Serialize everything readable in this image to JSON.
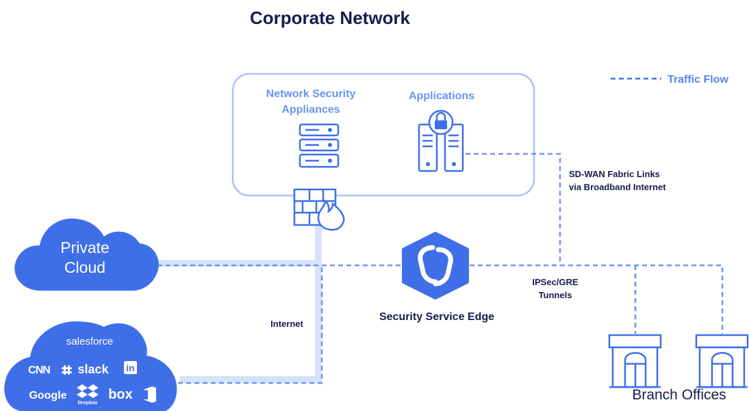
{
  "title": "Corporate Network",
  "legend": {
    "label": "Traffic Flow"
  },
  "corporate_box": {
    "security_appliances": [
      "Network Security",
      "Appliances"
    ],
    "applications": "Applications"
  },
  "private_cloud": [
    "Private",
    "Cloud"
  ],
  "saas_cloud": {
    "brands_row1": [
      "salesforce"
    ],
    "brands_row2": [
      "CNN",
      "slack",
      "in"
    ],
    "brands_row3": [
      "Google",
      "Dropbox",
      "box"
    ]
  },
  "labels": {
    "sdwan": [
      "SD-WAN Fabric Links",
      "via Broadband Internet"
    ],
    "ipsec": [
      "IPSec/GRE",
      "Tunnels"
    ],
    "internet": "Internet",
    "sse": "Security Service Edge",
    "branch": "Branch Offices"
  },
  "colors": {
    "title": "#1a1a4e",
    "accent": "#3f6fe8",
    "accent_light": "#7aa0f2",
    "box_stroke": "#a9c1f7",
    "internet_line": "#cfddfa",
    "label_dark": "#1a1a4e"
  }
}
